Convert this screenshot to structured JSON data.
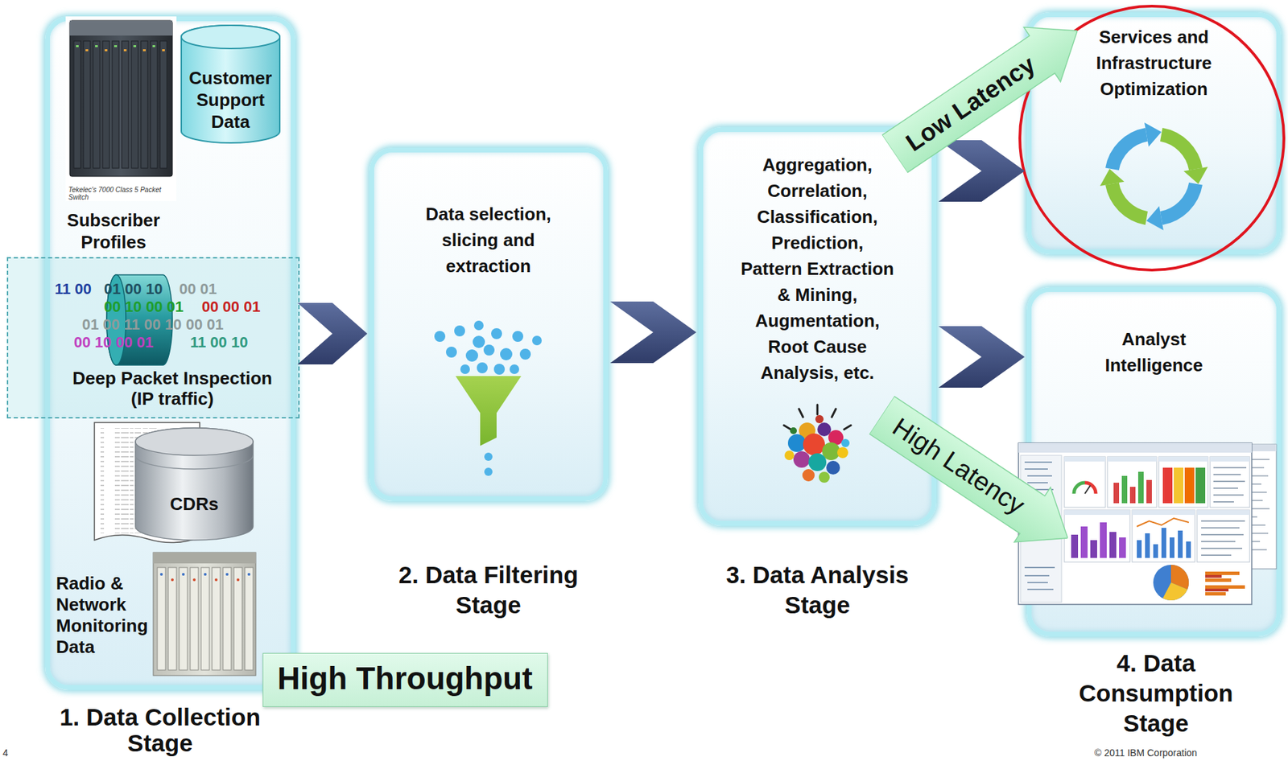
{
  "diagram": {
    "nodes": [
      {
        "text": [
          "1. Data Collection Stage"
        ]
      },
      {
        "text": [
          "Customer Support Data"
        ],
        "in": 0
      },
      {
        "text": [
          "Deep Packet Inspection (IP traffic)"
        ],
        "in": 0
      },
      {
        "text": [
          "CDRs"
        ],
        "in": 0
      },
      {
        "text": [
          "High Throughput"
        ]
      },
      {
        "text": [
          "Data selection, slicing and extraction",
          "2. Data Filtering Stage"
        ]
      },
      {
        "text": [
          "Aggregation, Correlation, Classification, Prediction, Pattern Extraction & Mining, Augmentation, Root Cause Analysis, etc.",
          "3. Data Analysis Stage"
        ]
      },
      {
        "text": [
          "Services and Infrastructure Optimization"
        ]
      },
      {
        "text": [
          "Analyst Intelligence"
        ]
      }
    ],
    "edges": [
      {
        "from": 0,
        "to": 5,
        "arrow": "to"
      },
      {
        "from": 5,
        "to": 6,
        "arrow": "to"
      },
      {
        "from": 6,
        "to": 7,
        "arrow": "to"
      },
      {
        "from": 6,
        "to": 8,
        "arrow": "to"
      }
    ],
    "labels": [
      "Tekelec's 7000 Class 5 Packet Switch",
      "Subscriber Profiles",
      "11 00",
      "01 00 10",
      "00 01",
      "00 10 00 01",
      "00 00 01",
      "01 00 11 00 10 00 01",
      "00 10 00 01",
      "11 00 10",
      "Radio & Network Monitoring Data",
      "Low Latency",
      "High Latency",
      "4. Data Consumption Stage",
      "4",
      "© 2011 IBM Corporation"
    ]
  }
}
